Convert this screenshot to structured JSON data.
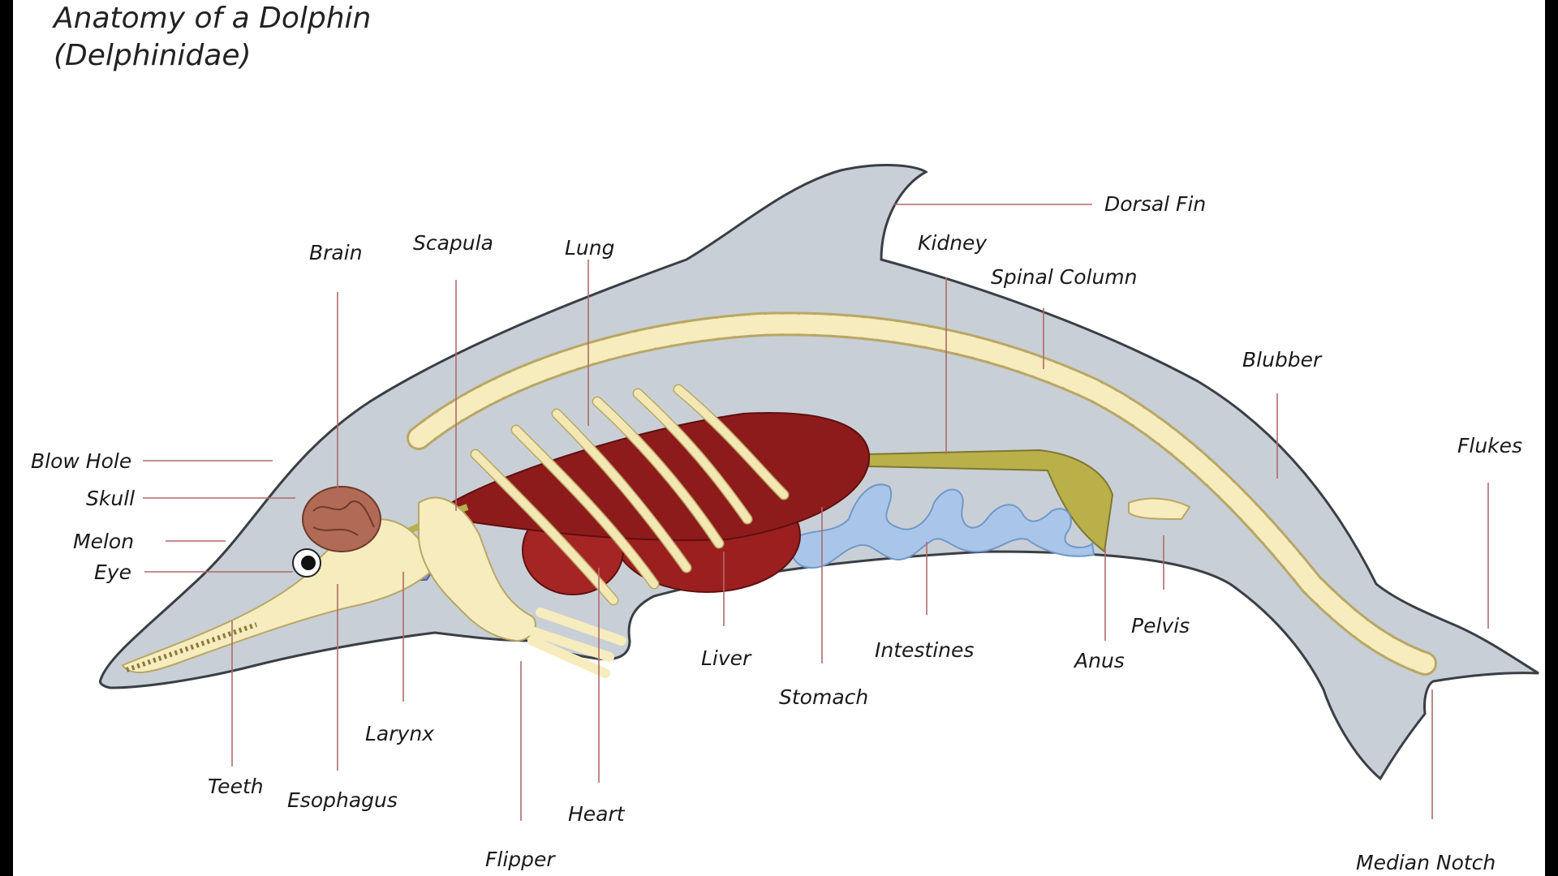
{
  "title": {
    "line1": "Anatomy of a Dolphin",
    "line2": "(Delphinidae)"
  },
  "labels": {
    "dorsal_fin": "Dorsal Fin",
    "kidney": "Kidney",
    "spinal_column": "Spinal Column",
    "blubber": "Blubber",
    "flukes": "Flukes",
    "brain": "Brain",
    "scapula": "Scapula",
    "lung": "Lung",
    "blow_hole": "Blow Hole",
    "skull": "Skull",
    "melon": "Melon",
    "eye": "Eye",
    "teeth": "Teeth",
    "esophagus": "Esophagus",
    "larynx": "Larynx",
    "flipper": "Flipper",
    "heart": "Heart",
    "liver": "Liver",
    "stomach": "Stomach",
    "intestines": "Intestines",
    "anus": "Anus",
    "pelvis": "Pelvis",
    "median_notch": "Median Notch"
  },
  "colors": {
    "body": "#c9cfd6",
    "body_outline": "#3a3f45",
    "bone": "#f6ecbd",
    "bone_outline": "#b8a765",
    "organ": "#9b1f1f",
    "intestine": "#a9c6ea",
    "kidney": "#b9b04a",
    "larynx": "#7a86c8",
    "brain": "#b06a55",
    "leader": "#b06a6a"
  }
}
